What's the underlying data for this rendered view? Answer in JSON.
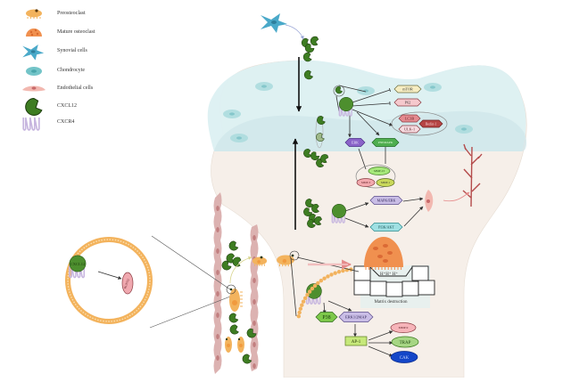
{
  "legend": [
    {
      "key": "preosteoclast",
      "label": "Preosteoclast",
      "icon": "preosteoclast-icon"
    },
    {
      "key": "mature_osteoclast",
      "label": "Mature osteoclast",
      "icon": "mature-osteoclast-icon"
    },
    {
      "key": "synovial",
      "label": "Synovial cells",
      "icon": "synovial-cell-icon"
    },
    {
      "key": "chondrocyte",
      "label": "Chondrocyte",
      "icon": "chondrocyte-icon"
    },
    {
      "key": "endothelial",
      "label": "Endothelial cells",
      "icon": "endothelial-cell-icon"
    },
    {
      "key": "cxcl12",
      "label": "CXCL12",
      "icon": "cxcl12-icon"
    },
    {
      "key": "cxcr4",
      "label": "CXCR4",
      "icon": "cxcr4-icon"
    }
  ],
  "chondrocyte_pathway": {
    "inhibited": [
      "mTOR",
      "P62"
    ],
    "autophagy_group": [
      "LC3B",
      "Beclin-1",
      "ULK-1"
    ],
    "kinases": [
      "ERK",
      "P38/MAPK"
    ],
    "mmp_group": [
      "MMP-13",
      "MMP-3",
      "MMP-1"
    ]
  },
  "angiogenesis_pathway": {
    "nodes": [
      "MAPK/ERK",
      "PI3K/AKT"
    ]
  },
  "osteoclast_pathway": {
    "kinases": [
      "P38",
      "ERK1/2MAP"
    ],
    "tf": "AP-1",
    "targets": [
      "MMP-9",
      "TRAP",
      "CAK"
    ],
    "matrix_label": "Matrix destruction",
    "ions": "H⁺H⁺  H⁺"
  },
  "receptor_labels": {
    "cxcl12_short": "CXCL12",
    "vesicle_target": "RUNX2"
  },
  "colors": {
    "cartilage": "#dcf0f2",
    "bone": "#f6efe9",
    "osteoclast": "#f0904f",
    "preosteoclast": "#f3b35d",
    "cxcl12": "#3e7d22",
    "cxcr4": "#c7b6df",
    "endothelial": "#d9a8a8",
    "vessel": "#b44b4b",
    "erk": "#8a63c9",
    "p38mapk": "#4fae4f",
    "pink": "#f2b8be",
    "darkred": "#b64545",
    "cak": "#1446c8",
    "ap1": "#c6e87a",
    "pi3k": "#9fe0e3",
    "mapk_erk": "#c9bde6"
  }
}
